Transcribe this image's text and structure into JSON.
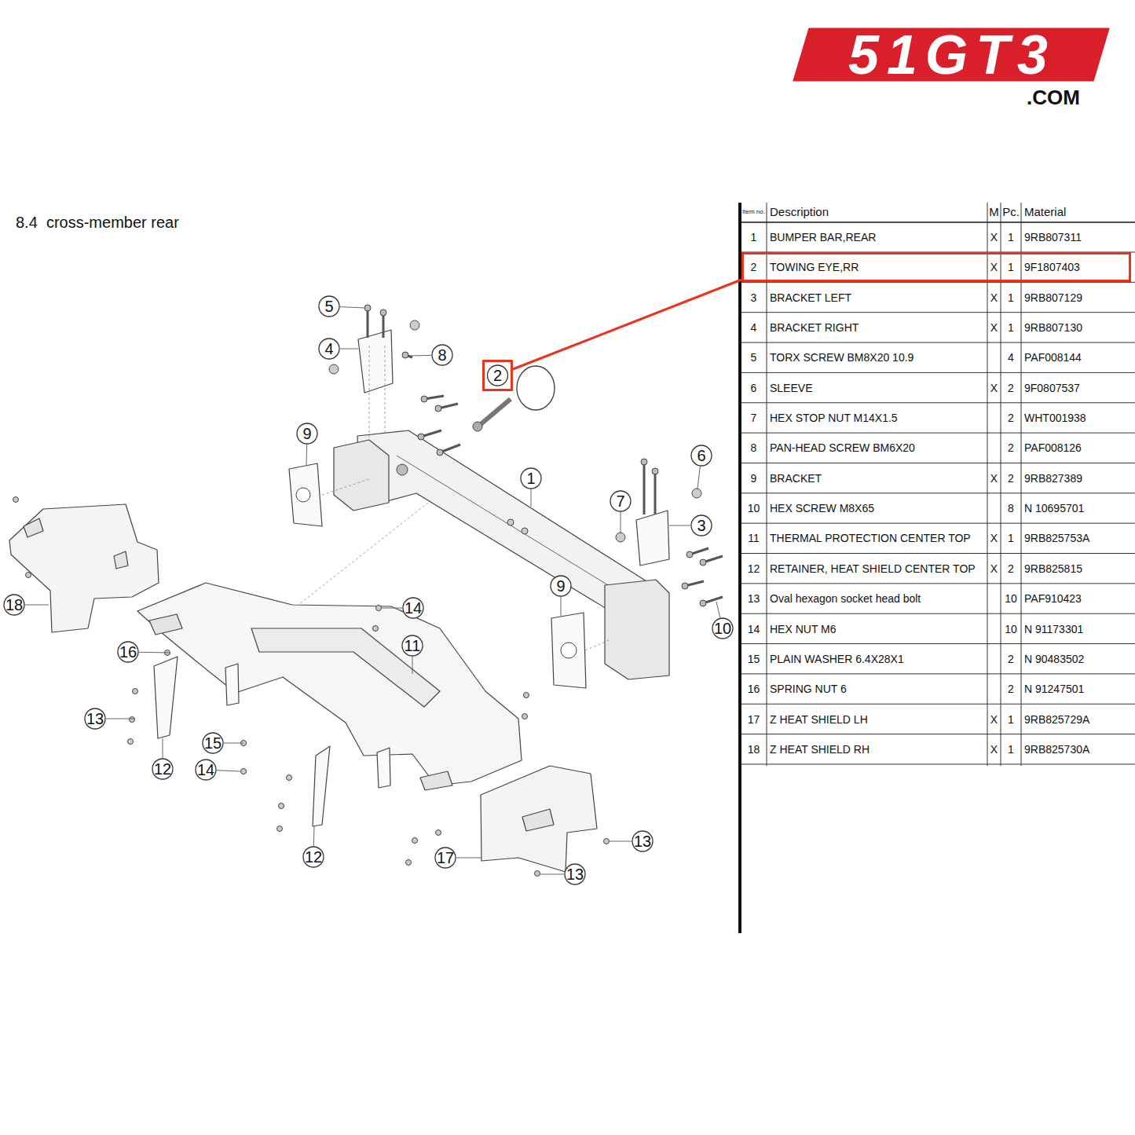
{
  "diagram": {
    "title": "8.4  cross-member rear",
    "nodes": [
      {
        "text": [
          "2"
        ]
      },
      {
        "text": [
          "2",
          "TOWING EYE,RR",
          "X",
          "1",
          "9F1807403"
        ]
      }
    ],
    "edges": [
      {
        "from": 0,
        "to": 1,
        "arrow": "none"
      }
    ],
    "labels": [
      "51GT3",
      ".COM",
      "Item no.",
      "Description",
      "M",
      "Pc.",
      "Material",
      "1",
      "BUMPER BAR,REAR",
      "X",
      "1",
      "9RB807311",
      "3",
      "BRACKET LEFT",
      "X",
      "1",
      "9RB807129",
      "4",
      "BRACKET RIGHT",
      "X",
      "1",
      "9RB807130",
      "5",
      "TORX SCREW BM8X20 10.9",
      "4",
      "PAF008144",
      "6",
      "SLEEVE",
      "X",
      "2",
      "9F0807537",
      "7",
      "HEX STOP NUT M14X1.5",
      "2",
      "WHT001938",
      "8",
      "PAN-HEAD SCREW BM6X20",
      "2",
      "PAF008126",
      "9",
      "BRACKET",
      "X",
      "2",
      "9RB827389",
      "10",
      "HEX SCREW M8X65",
      "8",
      "N 10695701",
      "11",
      "THERMAL PROTECTION CENTER TOP",
      "X",
      "1",
      "9RB825753A",
      "12",
      "RETAINER, HEAT SHIELD CENTER TOP",
      "X",
      "2",
      "9RB825815",
      "13",
      "Oval hexagon socket head bolt",
      "10",
      "PAF910423",
      "14",
      "HEX NUT M6",
      "10",
      "N 91173301",
      "15",
      "PLAIN WASHER 6.4X28X1",
      "2",
      "N 90483502",
      "16",
      "SPRING NUT 6",
      "2",
      "N 91247501",
      "17",
      "Z HEAT SHIELD LH",
      "X",
      "1",
      "9RB825729A",
      "18",
      "Z HEAT SHIELD RH",
      "X",
      "1",
      "9RB825730A",
      "5",
      "4",
      "8",
      "9",
      "1",
      "6",
      "7",
      "3",
      "9",
      "10",
      "14",
      "11",
      "18",
      "16",
      "13",
      "12",
      "15",
      "14",
      "12",
      "17",
      "13",
      "13"
    ]
  }
}
